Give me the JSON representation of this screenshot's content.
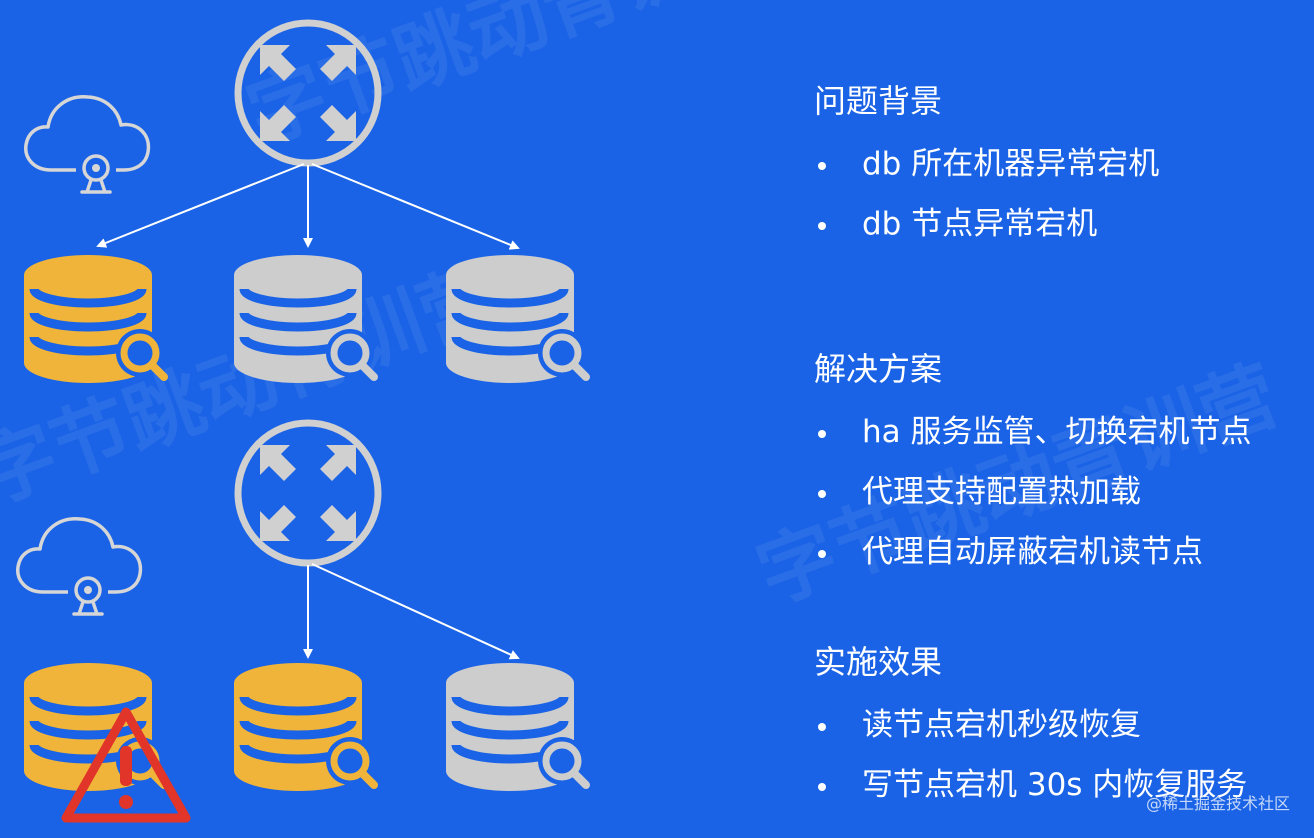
{
  "colors": {
    "background": "#1a63e6",
    "db_gray": "#cdcdcd",
    "db_yellow": "#f0b43a",
    "node_gray": "#d0d0d0",
    "warning_red": "#e03528",
    "line": "#ffffff"
  },
  "watermark": "字节跳动青训营",
  "credit": "@稀土掘金技术社区",
  "sections": [
    {
      "title": "问题背景",
      "bullets": [
        "db 所在机器异常宕机",
        "db 节点异常宕机"
      ]
    },
    {
      "title": "解决方案",
      "bullets": [
        "ha 服务监管、切换宕机节点",
        "代理支持配置热加载",
        "代理自动屏蔽宕机读节点"
      ]
    },
    {
      "title": "实施效果",
      "bullets": [
        "读节点宕机秒级恢复",
        "写节点宕机 30s 内恢复服务"
      ]
    }
  ],
  "top_diagram": {
    "icons": [
      "cloud-camera-icon",
      "router-icon"
    ],
    "databases": [
      {
        "name": "db-node-1",
        "status": "highlighted"
      },
      {
        "name": "db-node-2",
        "status": "normal"
      },
      {
        "name": "db-node-3",
        "status": "normal"
      }
    ],
    "arrows_to": [
      "db-node-1",
      "db-node-2",
      "db-node-3"
    ]
  },
  "bottom_diagram": {
    "icons": [
      "cloud-camera-icon",
      "router-icon",
      "warning-icon"
    ],
    "databases": [
      {
        "name": "db-node-1",
        "status": "failed"
      },
      {
        "name": "db-node-2",
        "status": "highlighted"
      },
      {
        "name": "db-node-3",
        "status": "normal"
      }
    ],
    "arrows_to": [
      "db-node-2",
      "db-node-3"
    ]
  }
}
